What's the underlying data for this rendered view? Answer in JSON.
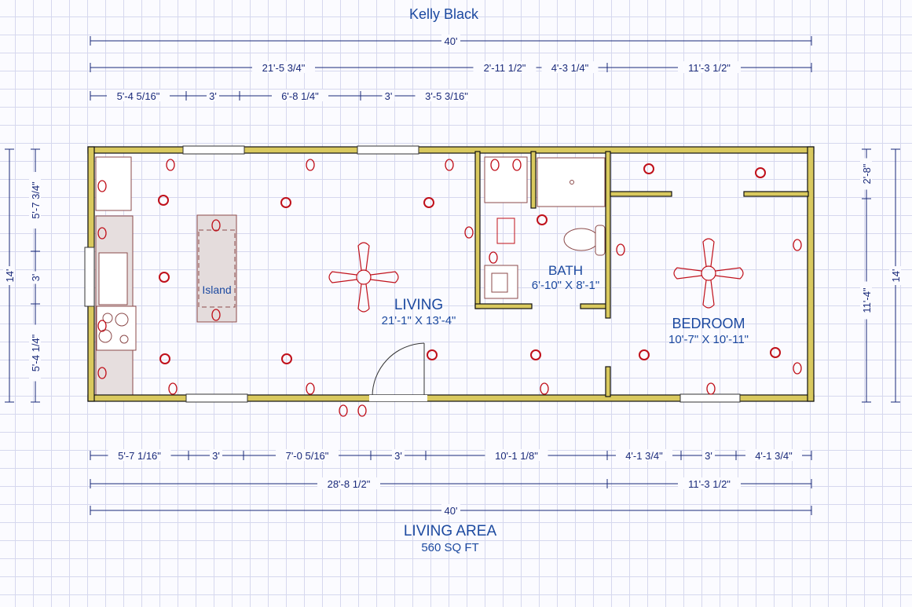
{
  "header": {
    "title": "Kelly Black"
  },
  "footer": {
    "area_label": "LIVING AREA",
    "area_value": "560 SQ FT"
  },
  "rooms": {
    "living": {
      "name": "LIVING",
      "size": "21'-1\" X 13'-4\""
    },
    "bath": {
      "name": "BATH",
      "size": "6'-10\" X 8'-1\""
    },
    "bedroom": {
      "name": "BEDROOM",
      "size": "10'-7\" X 10'-11\""
    },
    "island": {
      "name": "Island"
    }
  },
  "dimensions": {
    "top_overall": [
      "40'"
    ],
    "top_row2": [
      "21'-5 3/4\"",
      "2'-11 1/2\"",
      "4'-3 1/4\"",
      "11'-3 1/2\""
    ],
    "top_row3": [
      "5'-4 5/16\"",
      "3'",
      "6'-8 1/4\"",
      "3'",
      "3'-5 3/16\""
    ],
    "left_overall": [
      "14'"
    ],
    "left_inner": [
      "5'-7 3/4\"",
      "3'",
      "5'-4 1/4\""
    ],
    "right_inner": [
      "2'-8\"",
      "11'-4\""
    ],
    "right_overall": [
      "14'"
    ],
    "bottom_row1": [
      "5'-7 1/16\"",
      "3'",
      "7'-0 5/16\"",
      "3'",
      "10'-1 1/8\"",
      "4'-1 3/4\"",
      "3'",
      "4'-1 3/4\""
    ],
    "bottom_row2": [
      "28'-8 1/2\"",
      "11'-3 1/2\""
    ],
    "bottom_overall": [
      "40'"
    ]
  },
  "colors": {
    "wall": "#d9c95e",
    "dimension": "#1a2a7a",
    "electrical": "#c0101a",
    "label": "#1d4aa0"
  }
}
